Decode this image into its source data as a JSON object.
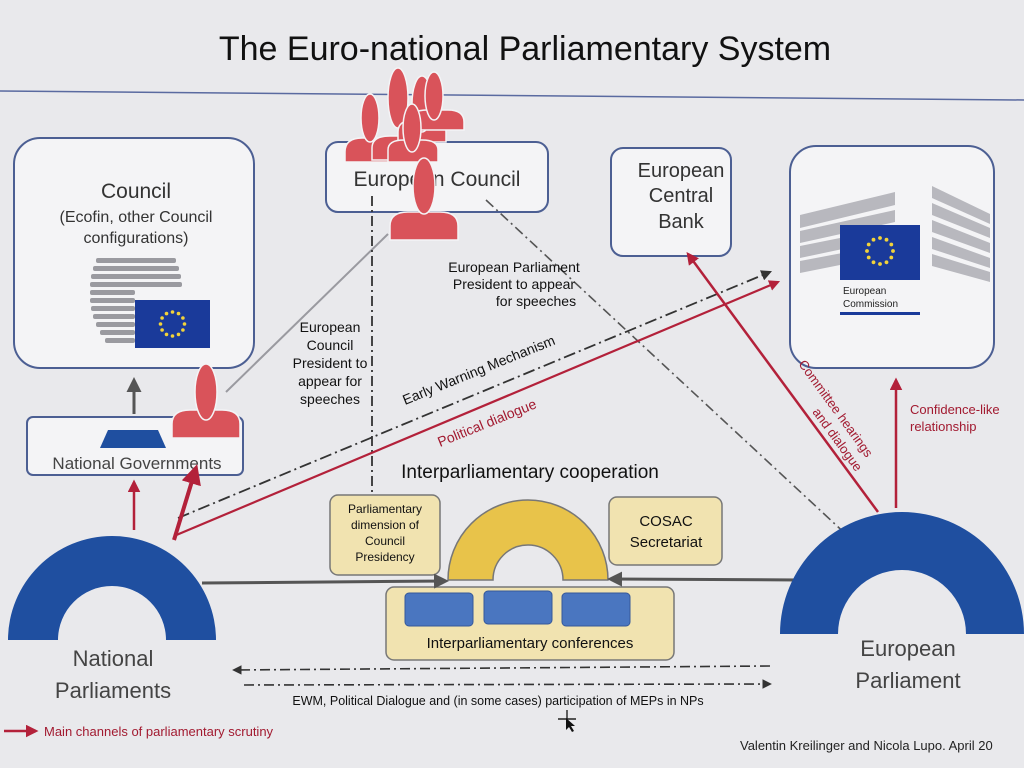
{
  "title": "The Euro-national Parliamentary System",
  "nodes": {
    "council": {
      "title": "Council",
      "subtitle_line1": "(Ecofin, other Council",
      "subtitle_line2": "configurations)"
    },
    "european_council": {
      "label": "European Council"
    },
    "ecb": {
      "line1": "European",
      "line2": "Central",
      "line3": "Bank"
    },
    "commission": {
      "logo_line1": "European",
      "logo_line2": "Commission"
    },
    "national_governments": {
      "label": "National Governments"
    },
    "national_parliaments": {
      "line1": "National",
      "line2": "Parliaments"
    },
    "european_parliament": {
      "line1": "European",
      "line2": "Parliament"
    },
    "parl_dimension": {
      "line1": "Parliamentary",
      "line2": "dimension of",
      "line3": "Council",
      "line4": "Presidency"
    },
    "cosac": {
      "line1": "COSAC",
      "line2": "Secretariat"
    },
    "interparl_conferences": {
      "label": "Interparliamentary conferences"
    },
    "interparl_cooperation": {
      "label": "Interparliamentary cooperation"
    }
  },
  "annotations": {
    "ep_president_line1": "European Parliament",
    "ep_president_line2": "President to appear",
    "ep_president_line3": "for speeches",
    "ec_president_line1": "European",
    "ec_president_line2": "Council",
    "ec_president_line3": "President to",
    "ec_president_line4": "appear for",
    "ec_president_line5": "speeches",
    "early_warning": "Early Warning Mechanism",
    "political_dialogue": "Political dialogue",
    "committee_hearings_line1": "Committee hearings",
    "committee_hearings_line2": "and dialogue",
    "confidence_line1": "Confidence-like",
    "confidence_line2": "relationship",
    "ewm_bottom": "EWM, Political Dialogue and (in some cases) participation of MEPs in NPs"
  },
  "legend": {
    "label": "Main channels of parliamentary scrutiny"
  },
  "footer": {
    "credit": "Valentin Kreilinger and Nicola Lupo. April 20"
  },
  "colors": {
    "red": "#b3213a",
    "figure_red": "#d9535a",
    "blue": "#1f4fa0",
    "box_blue": "#4a76c0",
    "yellow": "#e8c34a",
    "pale_yellow": "#f1e3b0",
    "eu_flag": "#1a3a9a",
    "eu_star": "#f2d33a"
  }
}
